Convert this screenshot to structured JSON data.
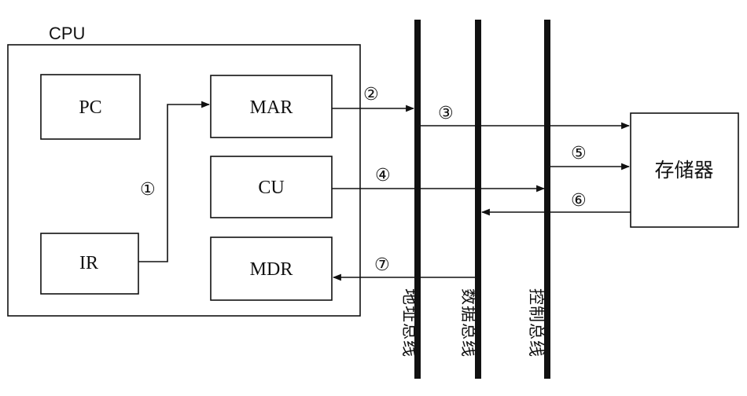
{
  "cpu": {
    "label": "CPU",
    "registers": {
      "pc": "PC",
      "ir": "IR",
      "mar": "MAR",
      "cu": "CU",
      "mdr": "MDR"
    }
  },
  "memory": {
    "label": "存储器"
  },
  "buses": {
    "address": "地址总线",
    "data": "数据总线",
    "control": "控制总线"
  },
  "steps": [
    "①",
    "②",
    "③",
    "④",
    "⑤",
    "⑥",
    "⑦"
  ],
  "colors": {
    "line": "#111111",
    "background": "#ffffff"
  }
}
